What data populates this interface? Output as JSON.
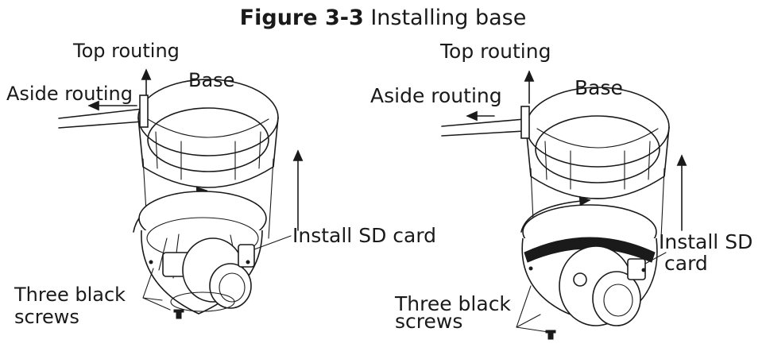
{
  "figure": {
    "number": "Figure 3-3",
    "title": "Installing base"
  },
  "left_diagram": {
    "top_routing": "Top routing",
    "aside_routing": "Aside routing",
    "base": "Base",
    "install_sd": "Install  SD card",
    "screws_line1": "Three black",
    "screws_line2": "screws"
  },
  "right_diagram": {
    "top_routing": "Top routing",
    "aside_routing": "Aside routing",
    "base": "Base",
    "install_sd_line1": "Install  SD",
    "install_sd_line2": "card",
    "screws_line1": "Three black",
    "screws_line2": "screws"
  }
}
